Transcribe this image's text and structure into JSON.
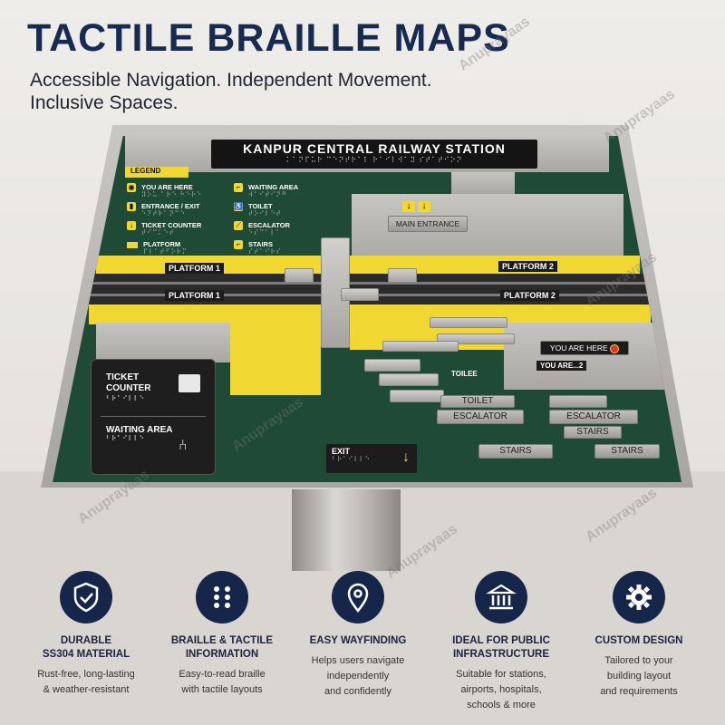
{
  "header": {
    "title": "TACTILE BRAILLE MAPS",
    "subtitle_line1": "Accessible Navigation. Independent Movement.",
    "subtitle_line2": "Inclusive Spaces."
  },
  "sign": {
    "station_name": "KANPUR CENTRAL RAILWAY STATION",
    "braille_strip": "⠅⠁⠝⠏⠥⠗ ⠉⠑⠝⠞⠗⠁⠇ ⠗⠁⠊⠇⠺⠁⠽ ⠎⠞⠁⠞⠊⠕⠝",
    "legend_title": "LEGEND",
    "legend": [
      {
        "label": "YOU ARE HERE",
        "icon": "target-icon",
        "braille": "⠽⠕⠥ ⠁⠗⠑ ⠓⠑⠗⠑"
      },
      {
        "label": "WAITING AREA",
        "icon": "chair-icon",
        "braille": "⠺⠁⠊⠞⠊⠝⠛"
      },
      {
        "label": "ENTRANCE / EXIT",
        "icon": "door-icon",
        "braille": "⠑⠝⠞⠗⠁⠝⠉⠑"
      },
      {
        "label": "TOILET",
        "icon": "toilet-icon",
        "braille": "⠞⠕⠊⠇⠑⠞"
      },
      {
        "label": "TICKET COUNTER",
        "icon": "arrow-down-icon",
        "braille": "⠞⠊⠉⠅⠑⠞"
      },
      {
        "label": "ESCALATOR",
        "icon": "escalator-icon",
        "braille": "⠑⠎⠉⠁⠇⠁"
      },
      {
        "label": "PLATFORM",
        "icon": "platform-swatch",
        "braille": "⠏⠇⠁⠞⠋⠕⠗⠍"
      },
      {
        "label": "STAIRS",
        "icon": "stairs-icon",
        "braille": "⠎⠞⠁⠊⠗⠎"
      }
    ],
    "main_entrance": "MAIN ENTRANCE",
    "platform1_a": "PLATFORM 1",
    "platform1_b": "PLATFORM 1",
    "platform2_a": "PLATFORM 2",
    "platform2_b": "PLATFORM 2",
    "you_are_here": "YOU ARE HERE",
    "you_are_here_small": "YOU ARE...2",
    "toilet_small": "TOILEE",
    "toilet": "TOILET",
    "escalator": "ESCALATOR",
    "escalator2": "ESCALATOR",
    "stairs": "STAIRS",
    "stairs2": "STAIRS",
    "stairs3": "STAIRS",
    "ticket_counter_line1": "TICKET",
    "ticket_counter_line2": "COUNTER",
    "waiting_area": "WAITING AREA",
    "exit": "EXIT",
    "braille_short": "⠃⠗⠁⠊⠇⠇⠑"
  },
  "watermark": "Anuprayaas",
  "features": [
    {
      "title_line1": "DURABLE",
      "title_line2": "SS304 MATERIAL",
      "desc_line1": "Rust-free, long-lasting",
      "desc_line2": "& weather-resistant",
      "desc_line3": "",
      "icon": "shield-check-icon"
    },
    {
      "title_line1": "BRAILLE & TACTILE",
      "title_line2": "INFORMATION",
      "desc_line1": "Easy-to-read braille",
      "desc_line2": "with tactile layouts",
      "desc_line3": "",
      "icon": "braille-dots-icon"
    },
    {
      "title_line1": "EASY WAYFINDING",
      "title_line2": "",
      "desc_line1": "Helps users navigate",
      "desc_line2": "independently",
      "desc_line3": "and confidently",
      "icon": "location-pin-icon"
    },
    {
      "title_line1": "IDEAL FOR PUBLIC",
      "title_line2": "INFRASTRUCTURE",
      "desc_line1": "Suitable for stations,",
      "desc_line2": "airports, hospitals,",
      "desc_line3": "schools & more",
      "icon": "building-icon"
    },
    {
      "title_line1": "CUSTOM DESIGN",
      "title_line2": "",
      "desc_line1": "Tailored to your",
      "desc_line2": "building layout",
      "desc_line3": "and requirements",
      "icon": "gear-icon"
    }
  ]
}
